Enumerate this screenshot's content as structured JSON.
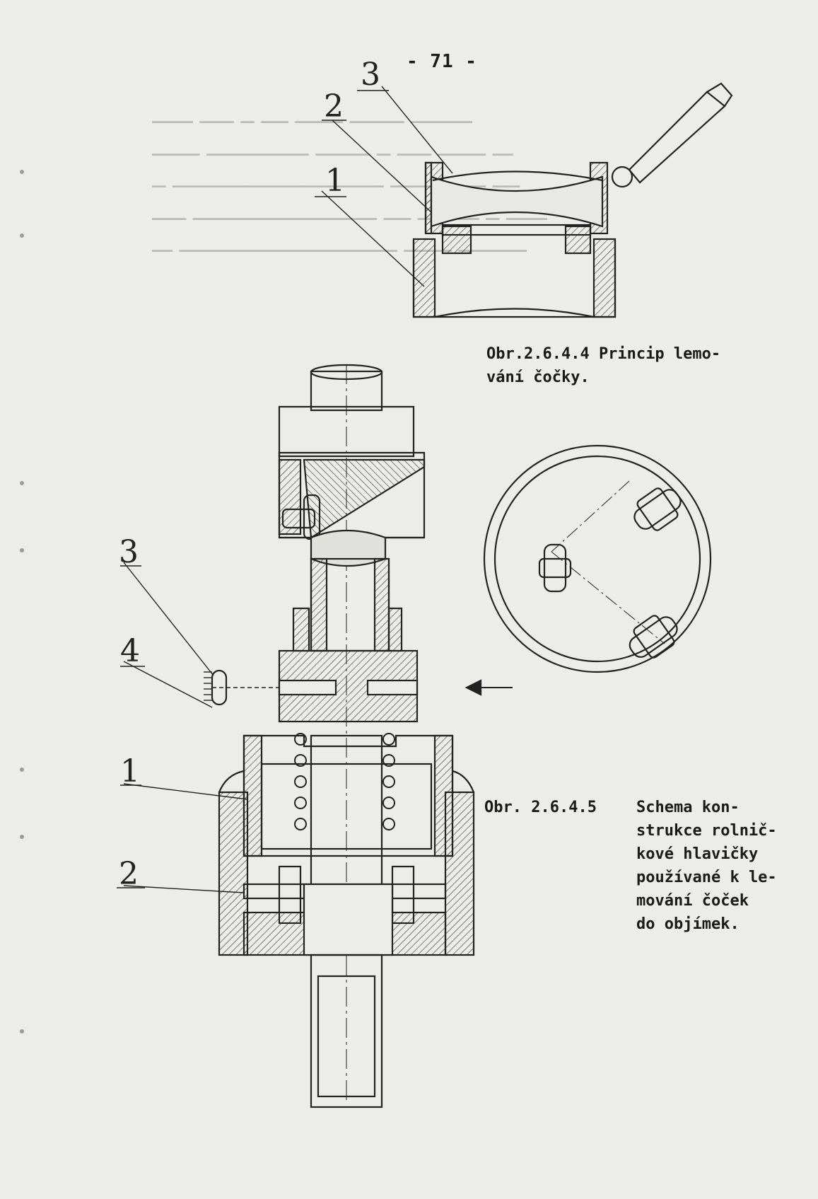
{
  "page": {
    "number": "- 71 -"
  },
  "figure_top": {
    "labels": [
      "3",
      "2",
      "1"
    ],
    "caption": "Obr.2.6.4.4 Princip lemo-\nvání čočky."
  },
  "figure_bottom": {
    "labels": [
      "3",
      "4",
      "1",
      "2"
    ],
    "caption_number": "Obr. 2.6.4.5",
    "caption_text": "Schema kon-\nstrukce rolnič-\nkové hlavičky\npoužívané k le-\nmování čoček\ndo objímek."
  }
}
